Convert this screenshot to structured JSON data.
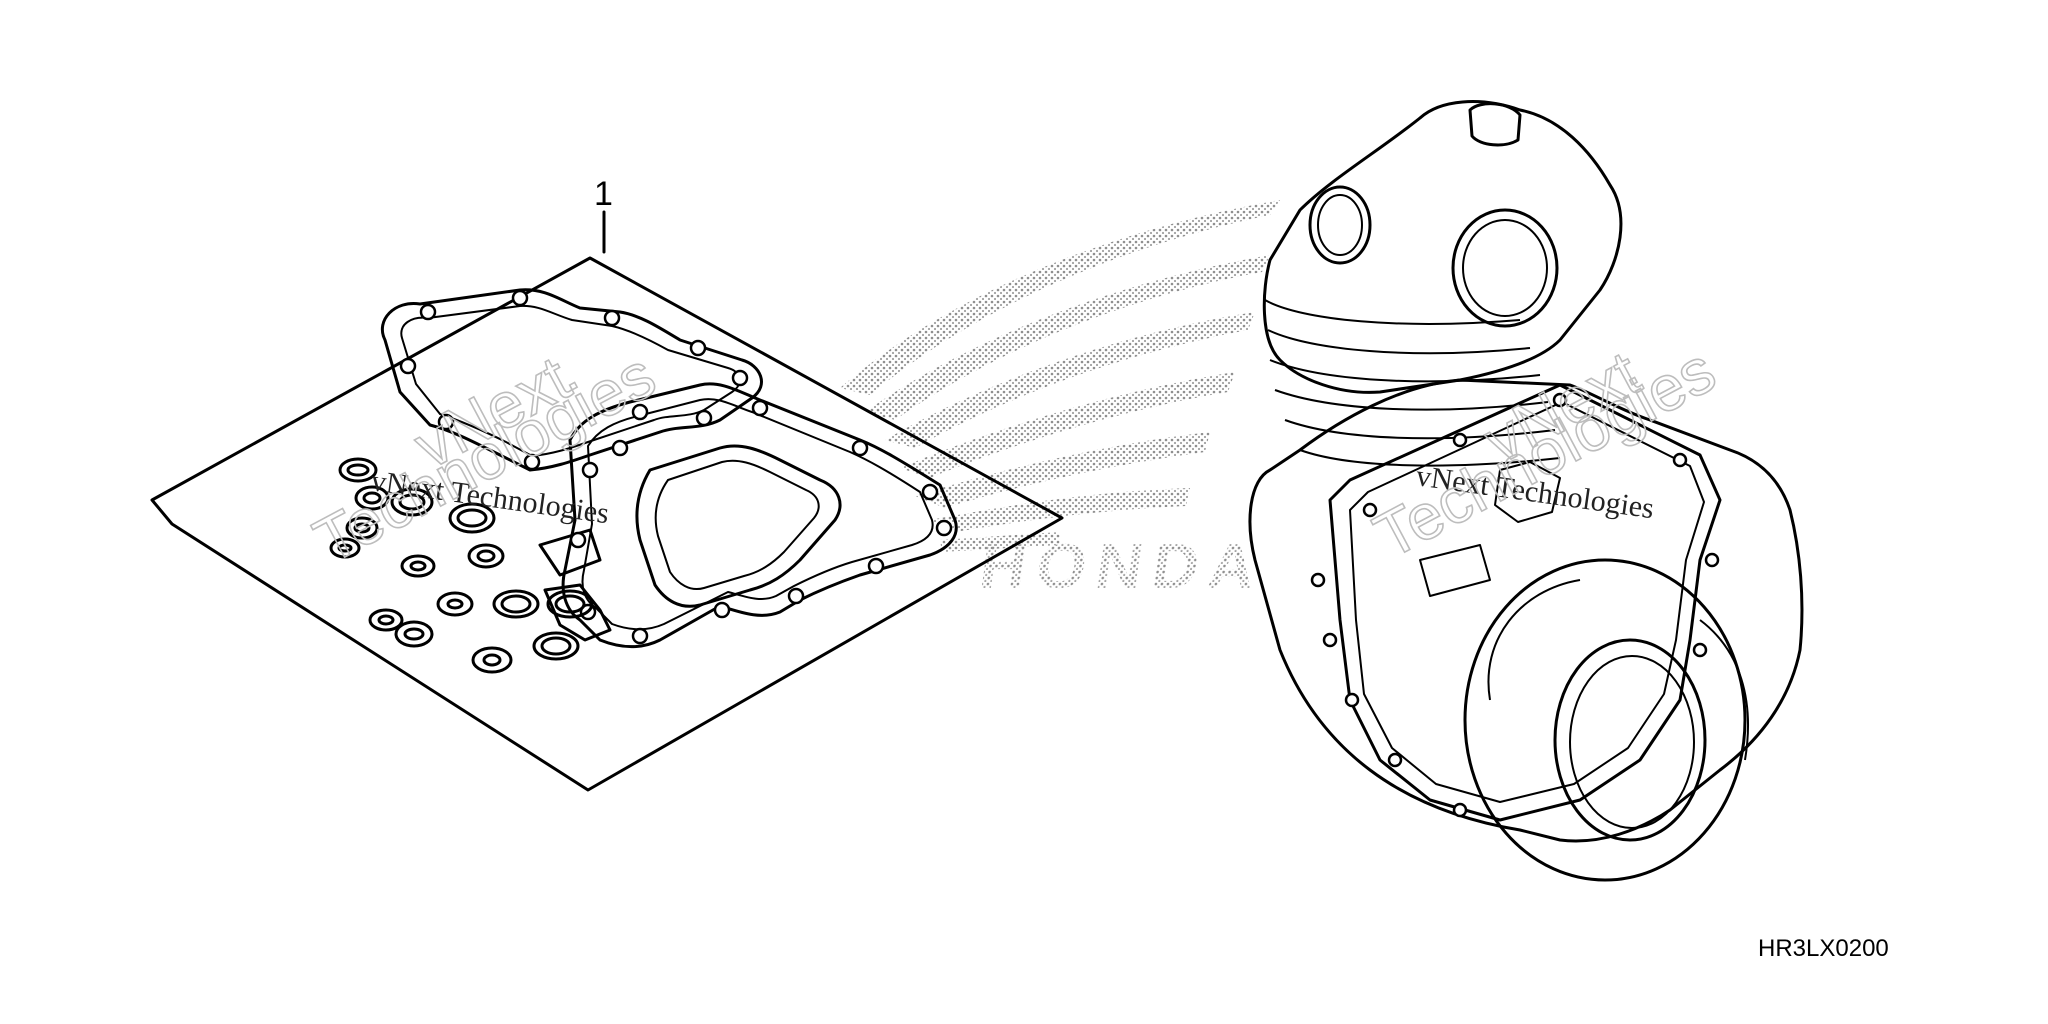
{
  "diagram": {
    "callout_number": "1",
    "figure_code": "HR3LX0200",
    "watermark_line1": "vNext Technologies",
    "watermark_line2a": "vNext",
    "watermark_line2b": "Technologies",
    "logo_text": "HONDA",
    "colors": {
      "line": "#000000",
      "background": "#ffffff",
      "halftone": "#9a9a9a",
      "watermark": "#bdbdbd"
    },
    "icons": [
      "gasket-kit-drawing",
      "engine-drawing",
      "honda-wing-logo"
    ]
  }
}
